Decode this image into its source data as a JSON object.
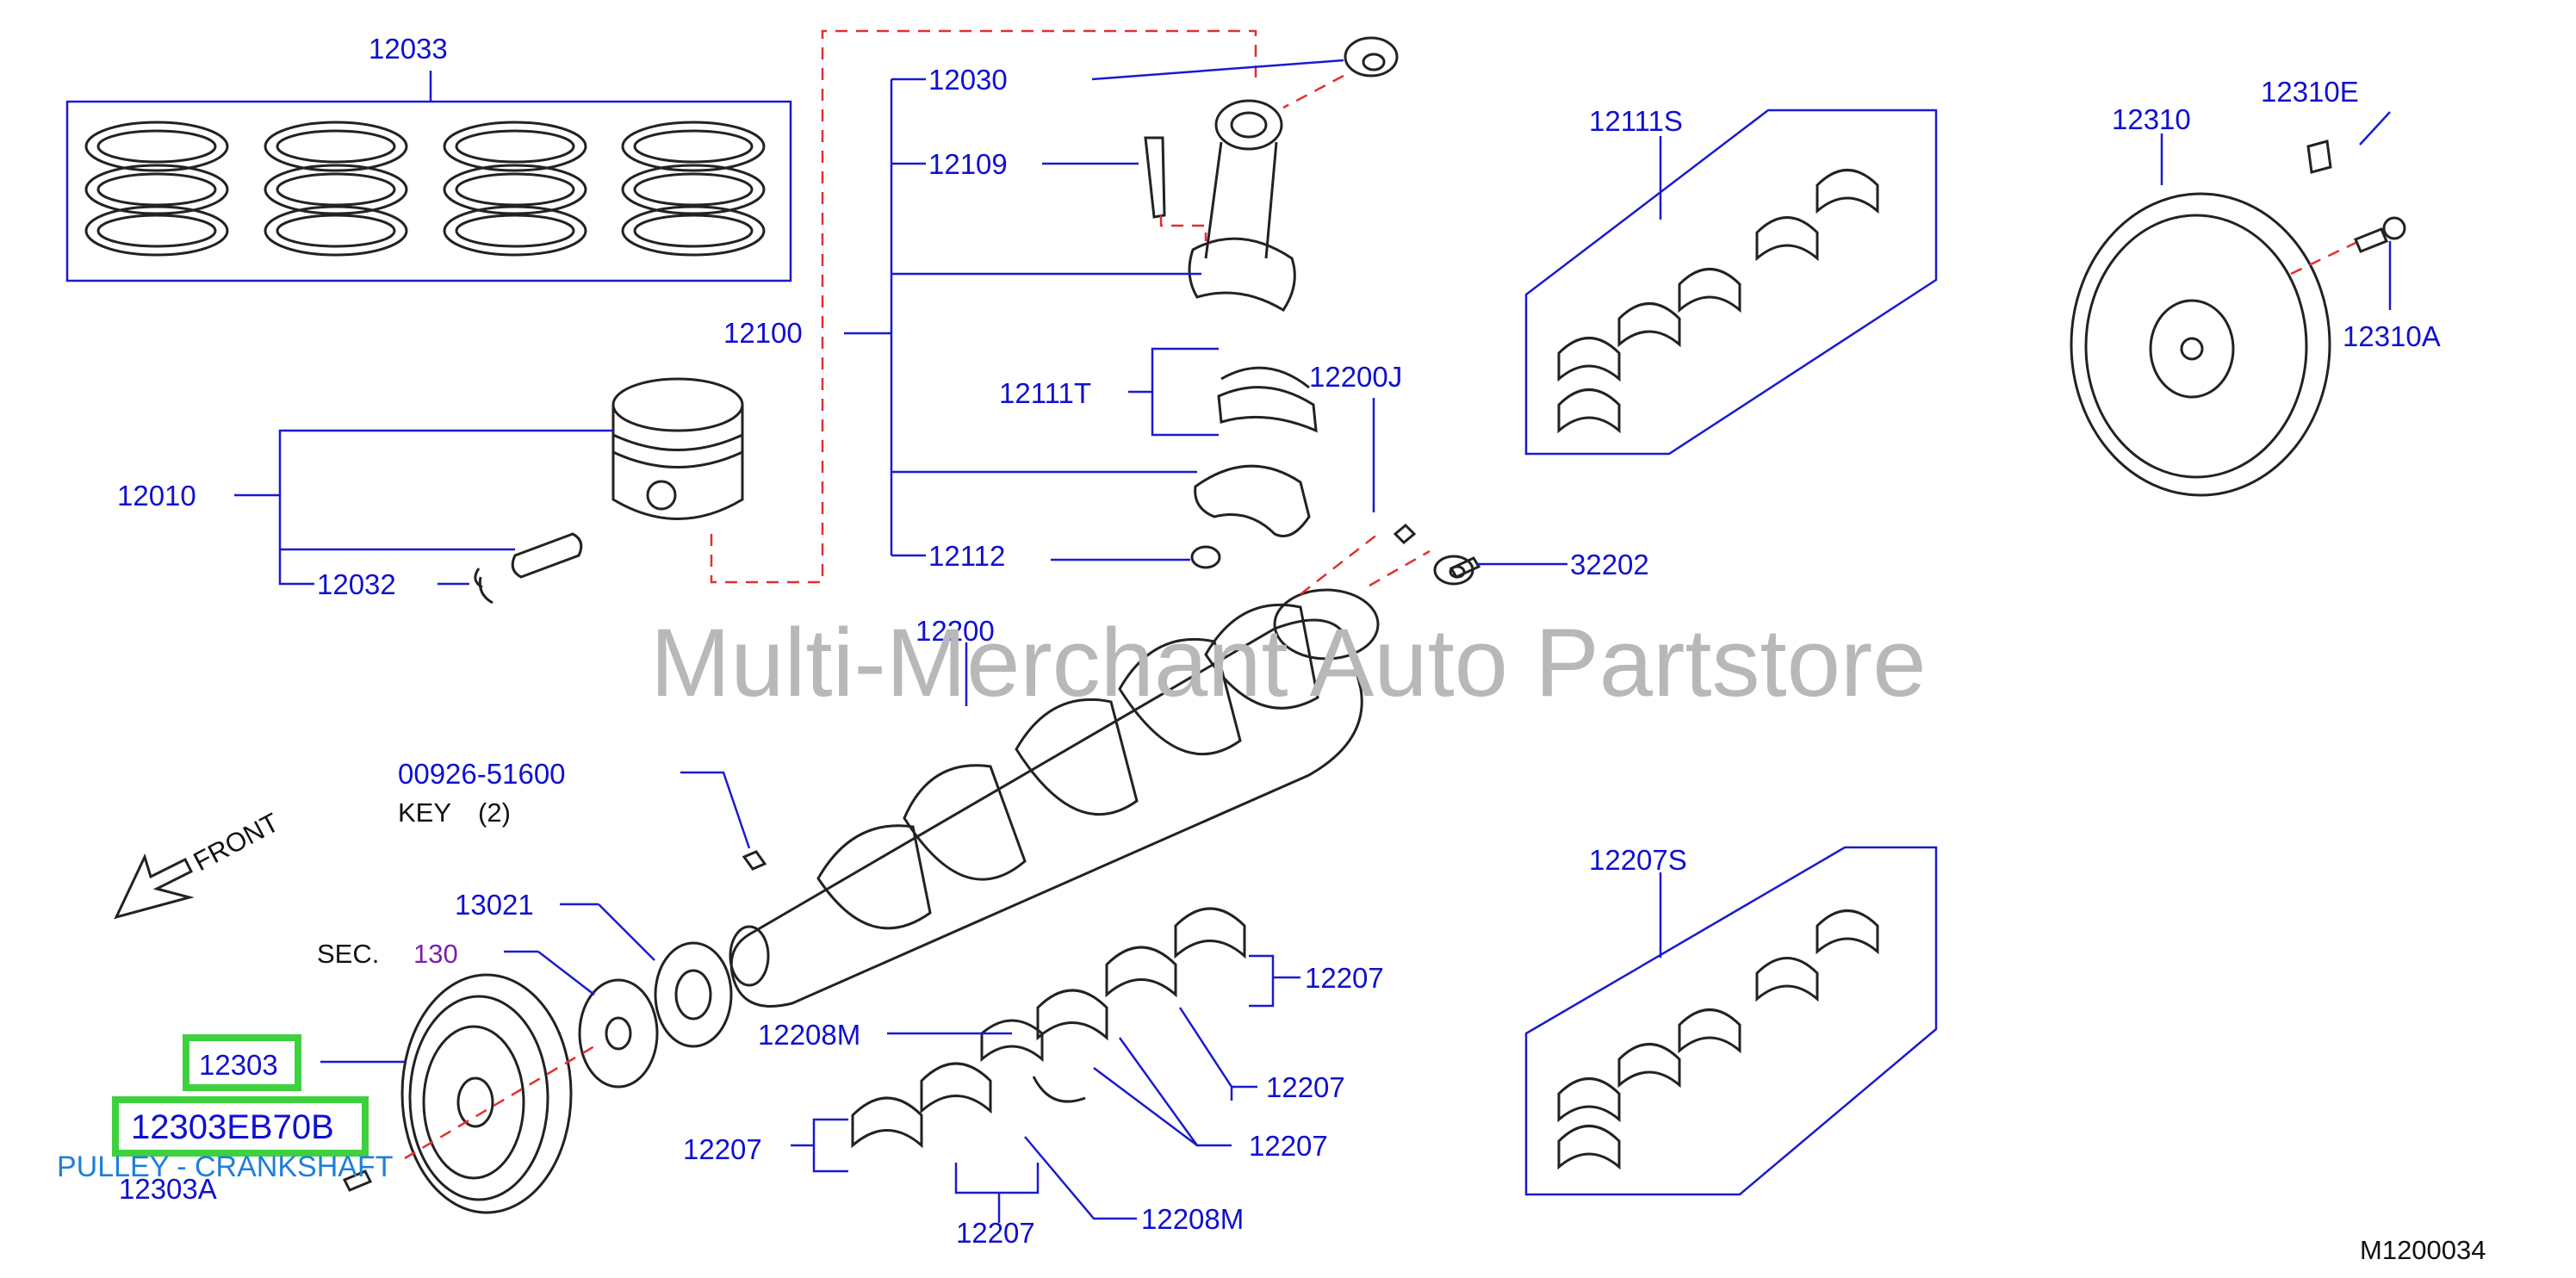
{
  "watermark": "Multi-Merchant Auto Partstore",
  "diagram_code": "M1200034",
  "front_label": "FRONT",
  "sec_label": "SEC.",
  "sec_number": "130",
  "key_part_number": "00926-51600",
  "key_label": "KEY",
  "key_qty": "(2)",
  "highlight": {
    "part_number": "12303",
    "oem_number": "12303EB70B",
    "description": "PULLEY - CRANKSHAFT"
  },
  "callouts": {
    "c12033": "12033",
    "c12030": "12030",
    "c12109": "12109",
    "c12100": "12100",
    "c12111T": "12111T",
    "c12200J": "12200J",
    "c12010": "12010",
    "c12032": "12032",
    "c12112": "12112",
    "c32202": "32202",
    "c12200": "12200",
    "c12111S": "12111S",
    "c12310": "12310",
    "c12310E": "12310E",
    "c12310A": "12310A",
    "c13021": "13021",
    "c12207a": "12207",
    "c12208Ma": "12208M",
    "c12207b": "12207",
    "c12207c": "12207",
    "c12207d": "12207",
    "c12207e": "12207",
    "c12208Mb": "12208M",
    "c12207S": "12207S",
    "c12303A": "12303A"
  },
  "colors": {
    "label": "#1010d0",
    "highlight": "#3ed13e",
    "highlight_fill": "#d6f4d6",
    "leader_dash": "#e03030",
    "sec_number": "#7a1fb0",
    "description": "#1e7fd8"
  }
}
